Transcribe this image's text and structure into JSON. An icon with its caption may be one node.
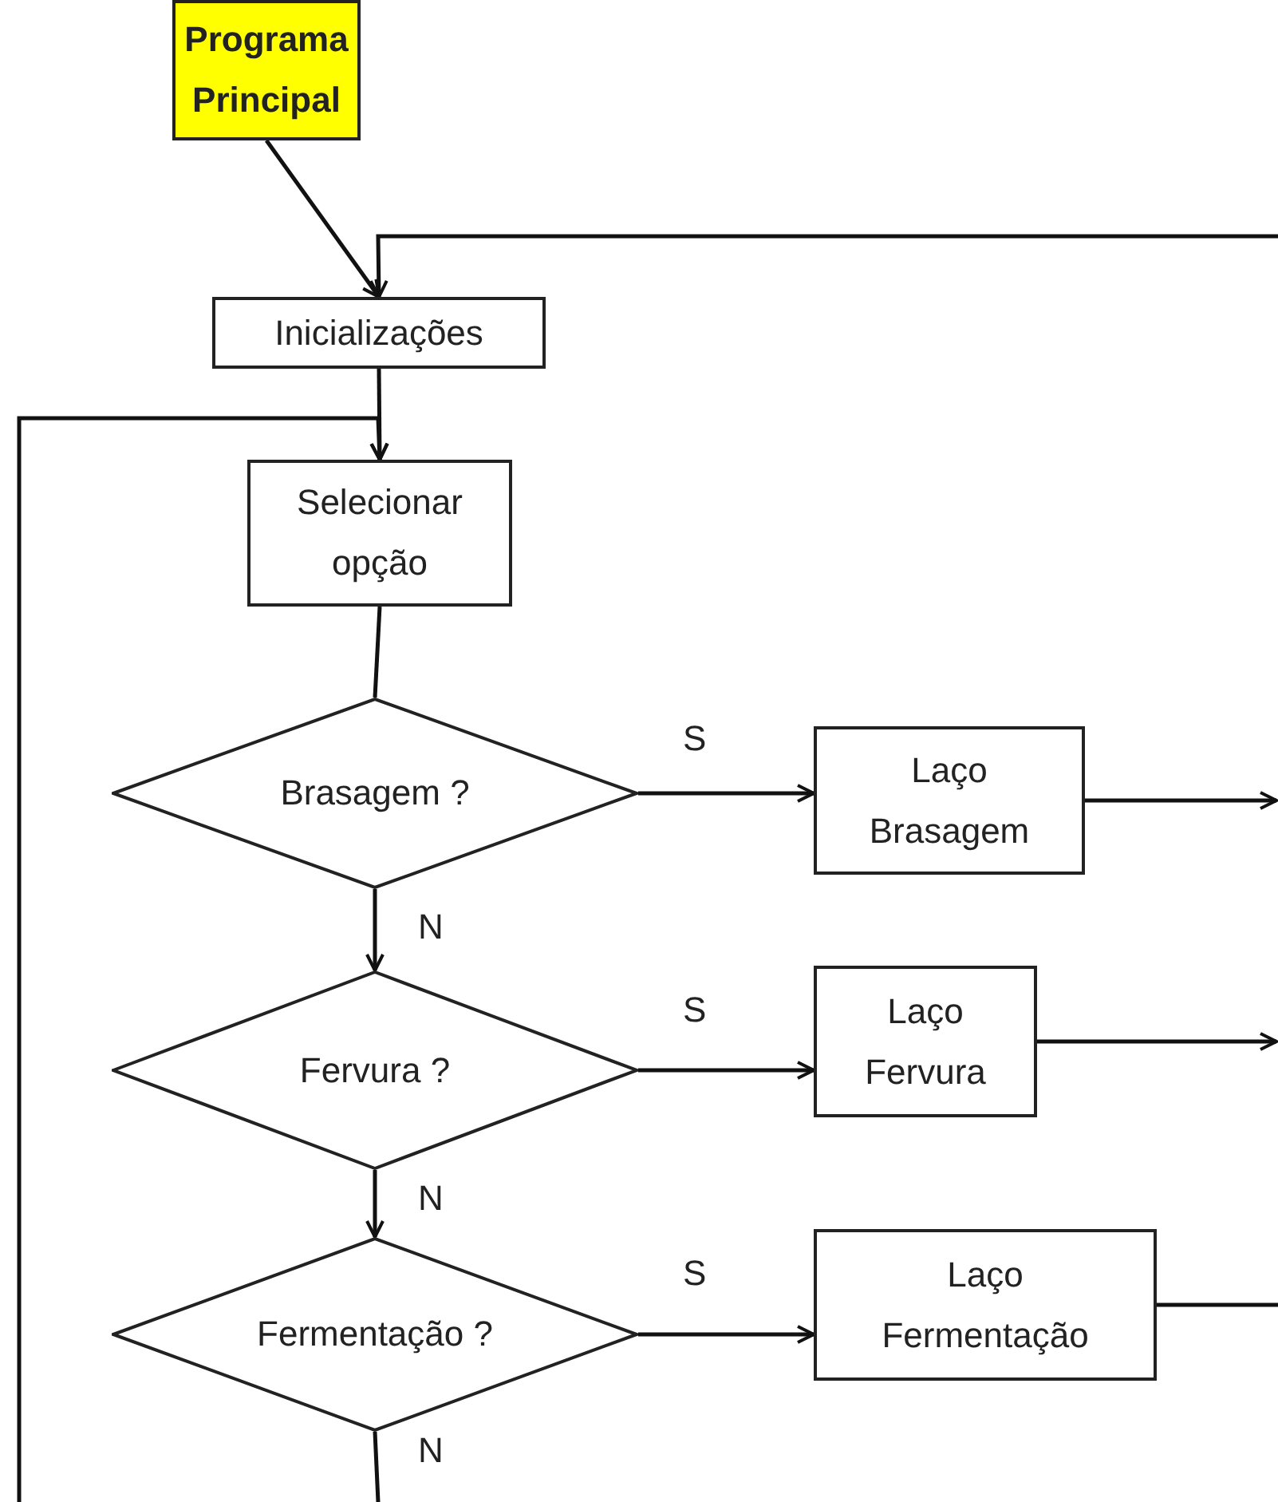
{
  "diagram": {
    "nodes": [
      {
        "text": [
          "Programa Principal"
        ]
      },
      {
        "text": [
          "Inicializações"
        ]
      },
      {
        "text": [
          "Selecionar opção"
        ]
      },
      {
        "text": [
          "Brasagem ?"
        ]
      },
      {
        "text": [
          "Laço Brasagem"
        ]
      },
      {
        "text": [
          "Fervura ?"
        ]
      },
      {
        "text": [
          "Laço Fervura"
        ]
      },
      {
        "text": [
          "Fermentação ?"
        ]
      },
      {
        "text": [
          "Laço Fermentação"
        ]
      }
    ],
    "edges": [
      {
        "from": 0,
        "to": 1,
        "arrow": "to"
      },
      {
        "from": null,
        "to": 1,
        "arrow": "to"
      },
      {
        "from": 1,
        "to": 2,
        "arrow": "to"
      },
      {
        "from": null,
        "to": 2,
        "arrow": "to"
      },
      {
        "from": 2,
        "to": 3,
        "arrow": "none"
      },
      {
        "from": 3,
        "to": 4,
        "label": "S",
        "arrow": "to"
      },
      {
        "from": 4,
        "to": null,
        "arrow": "to"
      },
      {
        "from": 3,
        "to": 5,
        "label": "N",
        "arrow": "to"
      },
      {
        "from": 5,
        "to": 6,
        "label": "S",
        "arrow": "to"
      },
      {
        "from": 6,
        "to": null,
        "arrow": "to"
      },
      {
        "from": 5,
        "to": 7,
        "label": "N",
        "arrow": "to"
      },
      {
        "from": 7,
        "to": 8,
        "label": "S",
        "arrow": "to"
      },
      {
        "from": 8,
        "to": null,
        "arrow": "none"
      },
      {
        "from": 7,
        "to": null,
        "label": "N",
        "arrow": "none"
      }
    ]
  }
}
